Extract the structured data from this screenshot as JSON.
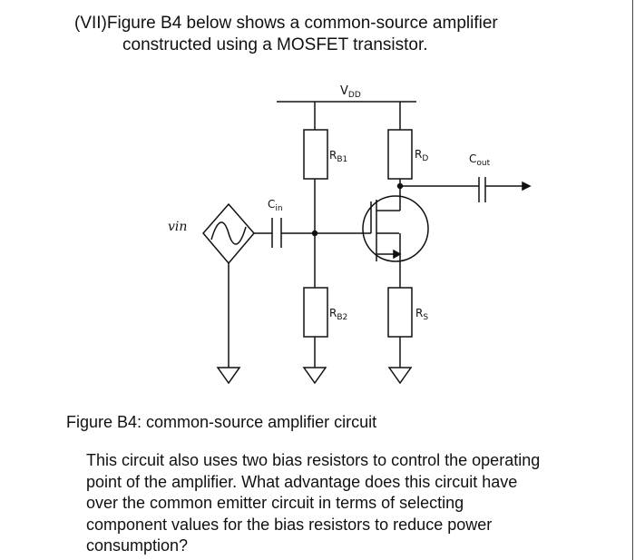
{
  "question": {
    "number": "(VII)",
    "line1": "Figure B4 below shows a common-source amplifier",
    "line2": "constructed using a MOSFET transistor."
  },
  "circuit": {
    "vdd": {
      "main": "V",
      "sub": "DD"
    },
    "rb1": {
      "main": "R",
      "sub": "B1"
    },
    "rb2": {
      "main": "R",
      "sub": "B2"
    },
    "rd": {
      "main": "R",
      "sub": "D"
    },
    "rs": {
      "main": "R",
      "sub": "S"
    },
    "cin": {
      "main": "C",
      "sub": "in"
    },
    "cout": {
      "main": "C",
      "sub": "out"
    },
    "vin": "vin"
  },
  "caption": "Figure B4: common-source amplifier circuit",
  "body": [
    "This circuit also uses two bias resistors to control the operating",
    "point of the amplifier. What advantage does this circuit have",
    "over the common emitter circuit in terms of selecting",
    "component values for the bias resistors to reduce power",
    "consumption?"
  ]
}
